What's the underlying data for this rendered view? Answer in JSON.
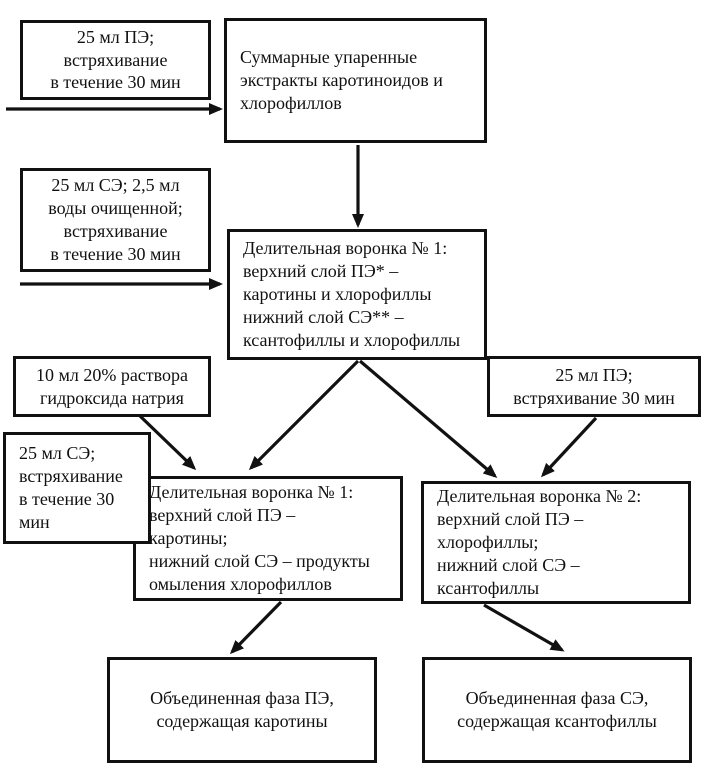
{
  "colors": {
    "ink": "#111111",
    "background": "#ffffff"
  },
  "nodes": {
    "reagent_pe_top": {
      "text": "25 мл ПЭ;\nвстряхивание\nв течение 30 мин"
    },
    "summary_extracts": {
      "text": "Суммарные упаренные\nэкстракты каротиноидов и\nхлорофиллов"
    },
    "reagent_se_water": {
      "text": "25 мл СЭ; 2,5 мл\nводы очищенной;\nвстряхивание\nв течение 30 мин"
    },
    "funnel1_initial": {
      "text": "Делительная воронка № 1:\nверхний слой ПЭ* –\nкаротины и хлорофиллы\nнижний слой СЭ** –\nксантофиллы и хлорофиллы"
    },
    "naoh_solution": {
      "text": "10 мл 20% раствора\nгидроксида натрия"
    },
    "reagent_pe_right": {
      "text": "25 мл ПЭ;\nвстряхивание 30 мин"
    },
    "reagent_se_left": {
      "text": "25 мл СЭ;\nвстряхивание\nв течение 30\nмин"
    },
    "funnel1_result": {
      "text": "Делительная воронка № 1:\nверхний слой ПЭ –\nкаротины;\nнижний слой СЭ – продукты\nомыления хлорофиллов"
    },
    "funnel2_result": {
      "text": "Делительная воронка № 2:\nверхний слой ПЭ –\nхлорофиллы;\nнижний слой СЭ –\nксантофиллы"
    },
    "combined_pe_phase": {
      "text": "Объединенная фаза ПЭ,\nсодержащая каротины"
    },
    "combined_se_phase": {
      "text": "Объединенная фаза СЭ,\nсодержащая ксантофиллы"
    }
  }
}
